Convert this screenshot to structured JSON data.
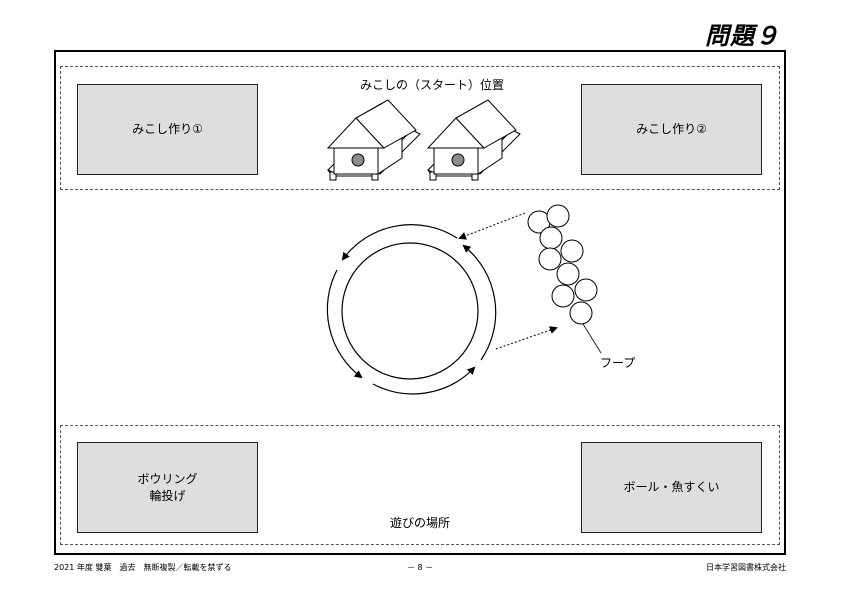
{
  "header": {
    "problem_number": "問題９"
  },
  "areas": {
    "top_caption": "みこしの（スタート）位置",
    "box_top_left": "みこし作り①",
    "box_top_right": "みこし作り②",
    "box_bottom_left_line1": "ボウリング",
    "box_bottom_left_line2": "輪投げ",
    "box_bottom_right": "ボール・魚すくい",
    "bottom_caption": "遊びの場所"
  },
  "diagram": {
    "hoop_label": "フープ"
  },
  "footer": {
    "left": "2021 年度 雙葉　過去　無断複製／転載を禁ずる",
    "center": "－ 8 －",
    "right": "日本学習図書株式会社"
  },
  "colors": {
    "box_fill": "#dedede",
    "bell_fill": "#8c8c8c"
  }
}
